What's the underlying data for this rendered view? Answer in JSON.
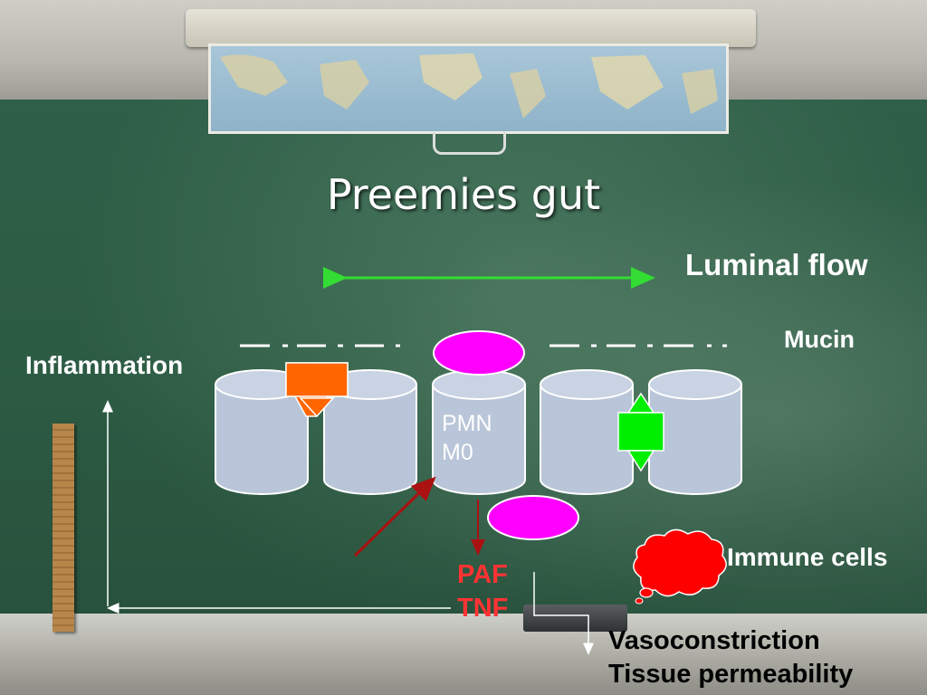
{
  "title": "Preemies gut",
  "labels": {
    "luminal_flow": "Luminal flow",
    "mucin": "Mucin",
    "inflammation": "Inflammation",
    "immune_cells": "Immune cells",
    "cell_line1": "PMN",
    "cell_line2": "M0",
    "mediator_line1": "PAF",
    "mediator_line2": "TNF",
    "outcome_line1": "Vasoconstriction",
    "outcome_line2": "Tissue permeability"
  },
  "colors": {
    "cylinder_fill": "#b9c5d8",
    "cylinder_top": "#c9d3e3",
    "flow_arrow": "#33dd33",
    "orange_arrow": "#ff6600",
    "green_arrow": "#00ee00",
    "magenta": "#ff00ff",
    "cloud": "#ff0000",
    "red_text": "#ff3333",
    "dark_red_arrow": "#aa1111"
  },
  "icons": [
    "map-icon",
    "ruler-icon",
    "eraser-icon",
    "cloud-icon"
  ]
}
